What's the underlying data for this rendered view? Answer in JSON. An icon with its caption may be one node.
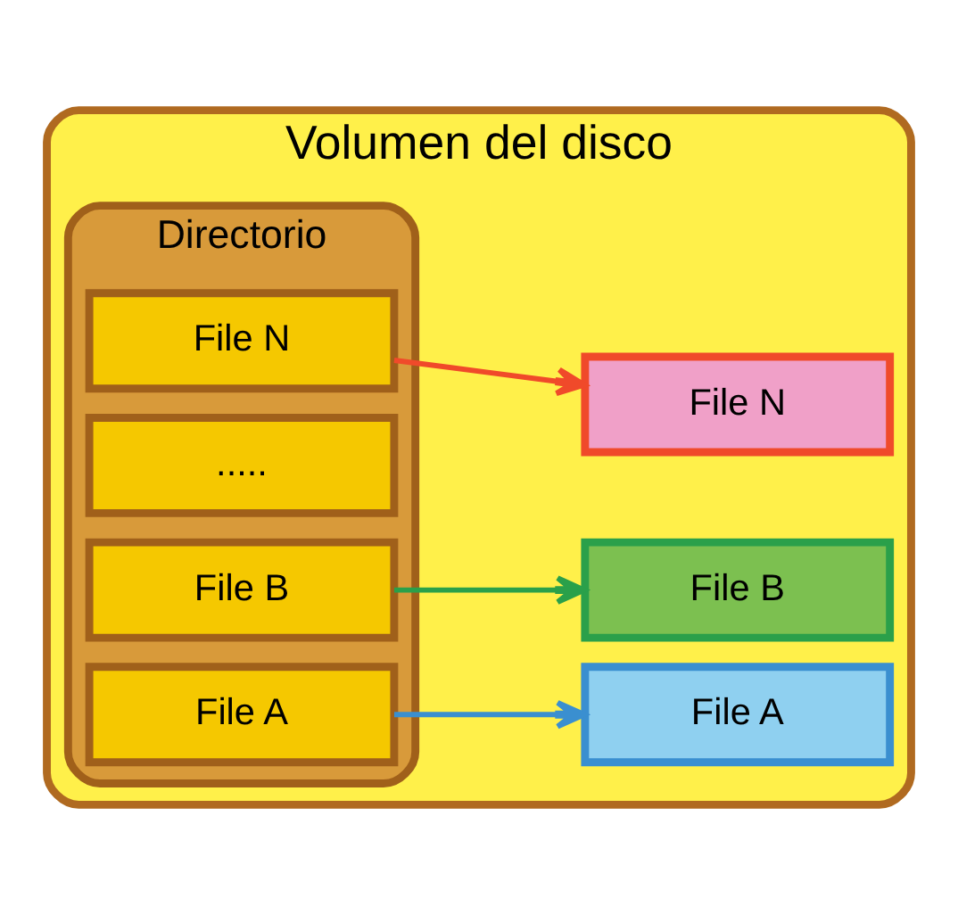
{
  "diagram": {
    "nodes": [
      {
        "text": [
          "Volumen del disco"
        ]
      },
      {
        "text": [
          "Directorio"
        ],
        "in": 0
      },
      {
        "text": [
          "File A"
        ],
        "in": 1
      },
      {
        "text": [
          "File B"
        ],
        "in": 1
      },
      {
        "text": [
          "....."
        ],
        "in": 1
      },
      {
        "text": [
          "File N"
        ],
        "in": 1
      },
      {
        "text": [
          "File A"
        ],
        "in": 0
      },
      {
        "text": [
          "File B"
        ],
        "in": 0
      },
      {
        "text": [
          "File N"
        ],
        "in": 0
      }
    ],
    "edges": [
      {
        "from": 2,
        "to": 6,
        "arrow": "to",
        "color": "#3a8fd0"
      },
      {
        "from": 3,
        "to": 7,
        "arrow": "to",
        "color": "#2aa04a"
      },
      {
        "from": 5,
        "to": 8,
        "arrow": "to",
        "color": "#f04a2a"
      }
    ]
  }
}
